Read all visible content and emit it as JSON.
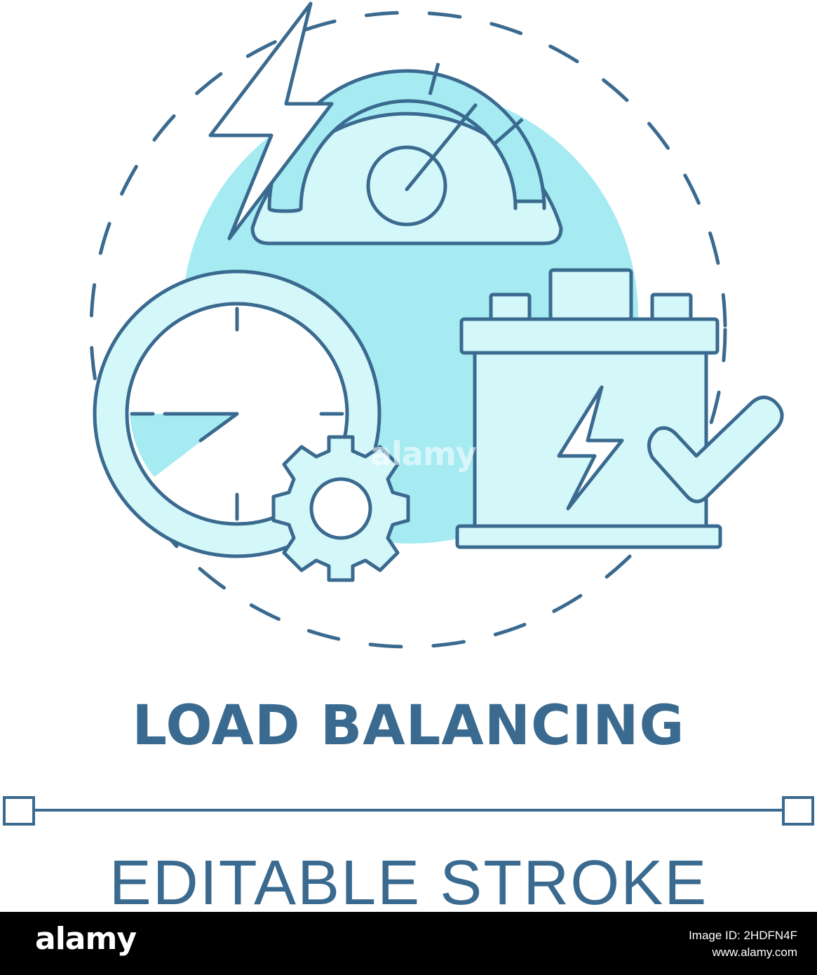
{
  "title": "LOAD BALANCING",
  "subtitle": "EDITABLE STROKE",
  "watermark_text": "alamy",
  "footer": {
    "logo": "alamy",
    "image_id_line": "Image ID: 2HDFN4F",
    "site": "www.alamy.com"
  },
  "colors": {
    "stroke": "#3a6a8f",
    "fill_light": "#d4f7f9",
    "fill_accent": "#a6ebf2",
    "background": "#ffffff",
    "footer_bg": "#000000"
  },
  "icons": [
    "lightning-bolt-icon",
    "speedometer-icon",
    "clock-icon",
    "gear-icon",
    "battery-icon",
    "checkmark-icon"
  ]
}
